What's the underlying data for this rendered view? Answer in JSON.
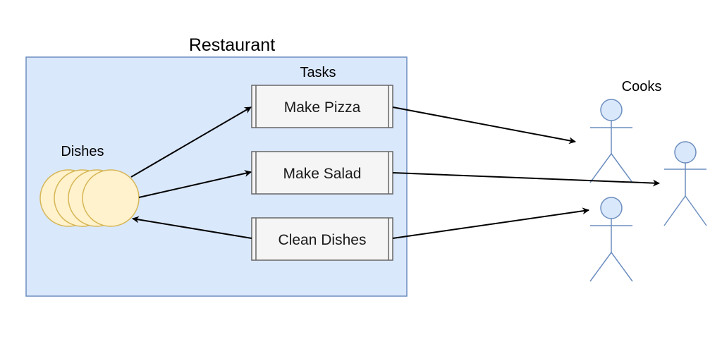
{
  "diagram": {
    "container_title": "Restaurant",
    "tasks_label": "Tasks",
    "dishes_label": "Dishes",
    "cooks_label": "Cooks",
    "tasks": [
      {
        "label": "Make Pizza"
      },
      {
        "label": "Make Salad"
      },
      {
        "label": "Clean Dishes"
      }
    ]
  },
  "colors": {
    "container_fill": "#dae8fc",
    "container_stroke": "#6c8ebf",
    "dish_fill": "#fff2cc",
    "dish_stroke": "#d6b656",
    "task_fill": "#f5f5f5",
    "task_stroke": "#666666",
    "actor_fill": "#dae8fc",
    "actor_stroke": "#6c8ebf",
    "edge": "#000000"
  }
}
